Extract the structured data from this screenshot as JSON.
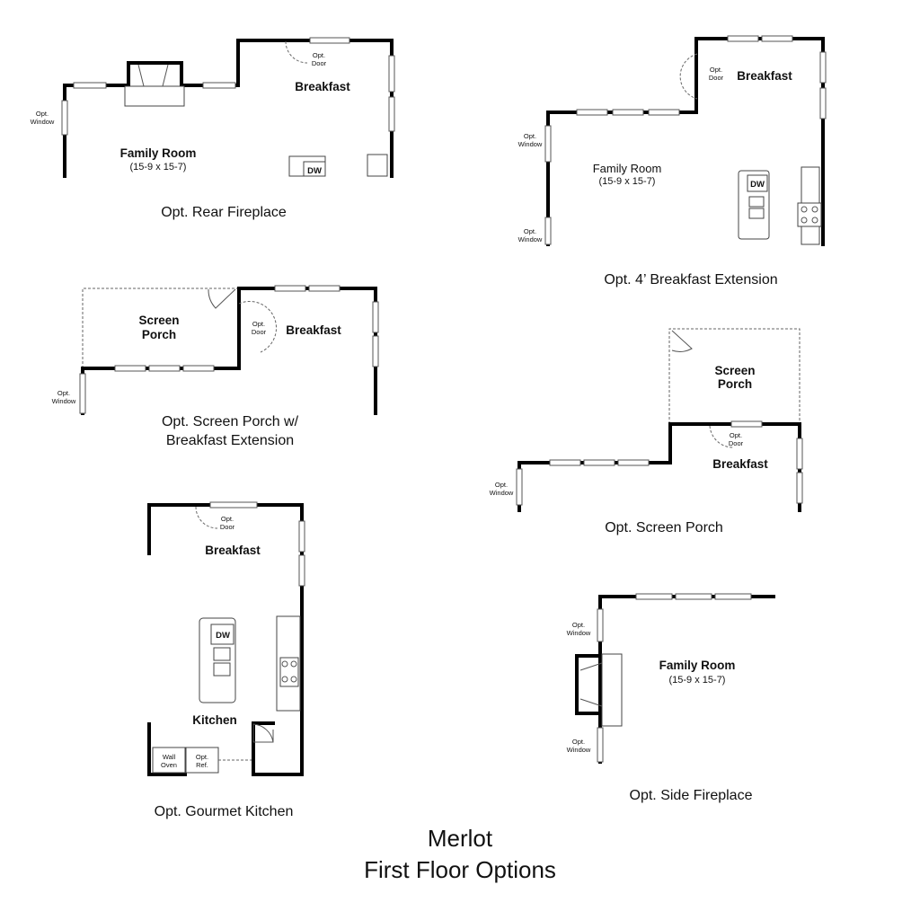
{
  "title": {
    "line1": "Merlot",
    "line2": "First Floor Options"
  },
  "labels": {
    "opt_window": [
      "Opt.",
      "Window"
    ],
    "opt_door": [
      "Opt.",
      "Door"
    ],
    "breakfast": "Breakfast",
    "family_room": "Family Room",
    "family_dims": "(15-9 x 15-7)",
    "screen_porch": [
      "Screen",
      "Porch"
    ],
    "kitchen": "Kitchen",
    "dw": "DW",
    "wall_oven": [
      "Wall",
      "Oven"
    ],
    "opt_ref": [
      "Opt.",
      "Ref."
    ]
  },
  "captions": {
    "rear_fireplace": "Opt. Rear Fireplace",
    "breakfast_extension": "Opt. 4’ Breakfast Extension",
    "screen_porch_ext_line1": "Opt. Screen Porch w/",
    "screen_porch_ext_line2": "Breakfast Extension",
    "screen_porch": "Opt. Screen Porch",
    "gourmet_kitchen": "Opt. Gourmet Kitchen",
    "side_fireplace": "Opt. Side Fireplace"
  }
}
